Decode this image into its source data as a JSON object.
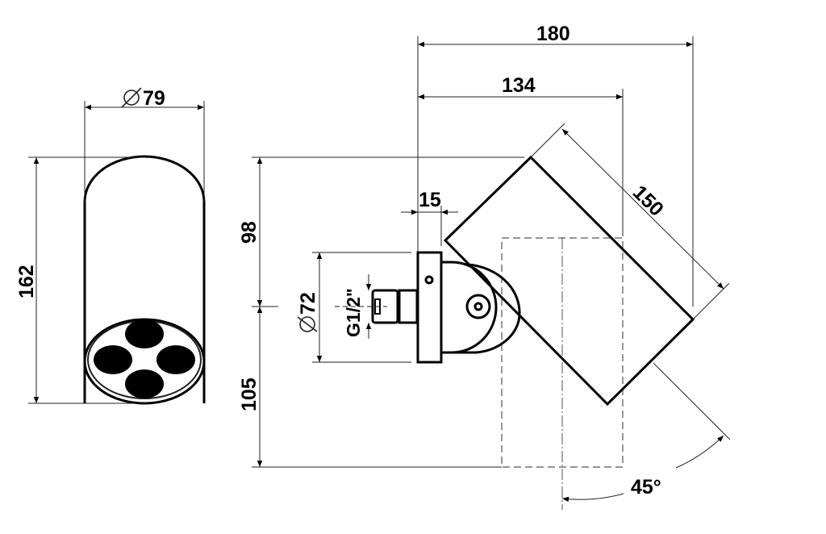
{
  "drawing": {
    "front_view": {
      "diameter_label": "79",
      "height_label": "162"
    },
    "side_view": {
      "overall_width_label": "180",
      "projection_label": "134",
      "flange_label": "15",
      "body_length_label": "150",
      "upper_height_label": "98",
      "lower_height_label": "105",
      "flange_diameter_label": "72",
      "thread_label": "G1/2\"",
      "tilt_angle_label": "45°"
    }
  }
}
